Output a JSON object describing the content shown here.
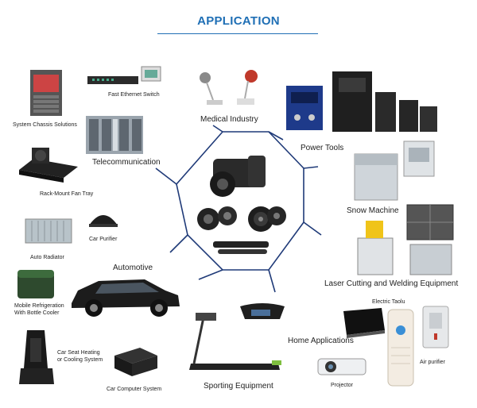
{
  "title": "APPLICATION",
  "categories": {
    "medical": "Medical Industry",
    "power_tools": "Power Tools",
    "telecom": "Telecommunication",
    "snow": "Snow Machine",
    "laser": "Laser Cutting and Welding Equipment",
    "automotive": "Automotive",
    "home": "Home Applications",
    "sporting": "Sporting Equipment"
  },
  "labels": {
    "fast_ethernet": "Fast Ethernet Switch",
    "chassis": "System Chassis Solutions",
    "fan_tray": "Rack-Mount Fan Tray",
    "car_purifier": "Car Purifier",
    "auto_radiator": "Auto Radiator",
    "mobile_refrig_1": "Mobile Refrigeration",
    "mobile_refrig_2": "With Bottle Cooler",
    "seat_1": "Car Seat Heating",
    "seat_2": "or Cooling System",
    "car_computer": "Car Computer System",
    "electric_taolu": "Electric Taolu",
    "air_purifier": "Air purifier",
    "projector": "Projector"
  },
  "colors": {
    "accent": "#1f6fb5",
    "web_lines": "#1f3a78"
  }
}
